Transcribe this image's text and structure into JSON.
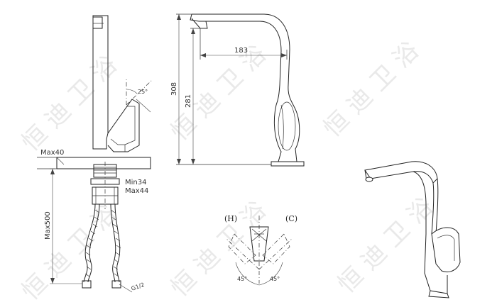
{
  "watermark": {
    "chars": [
      "恒",
      "迪",
      "卫",
      "浴"
    ]
  },
  "side_view": {
    "max_deck_label": "Max40",
    "min_hole_label": "Min34",
    "max_hole_label": "Max44",
    "hose_length_label": "Max500",
    "thread_label": "G1/2",
    "lever_angle_label": "25°"
  },
  "front_view": {
    "height_label": "308",
    "spout_height_label": "281",
    "reach_label": "183"
  },
  "handle_view": {
    "hot_label": "(H)",
    "cold_label": "(C)",
    "left_angle_label": "45°",
    "right_angle_label": "45°"
  }
}
